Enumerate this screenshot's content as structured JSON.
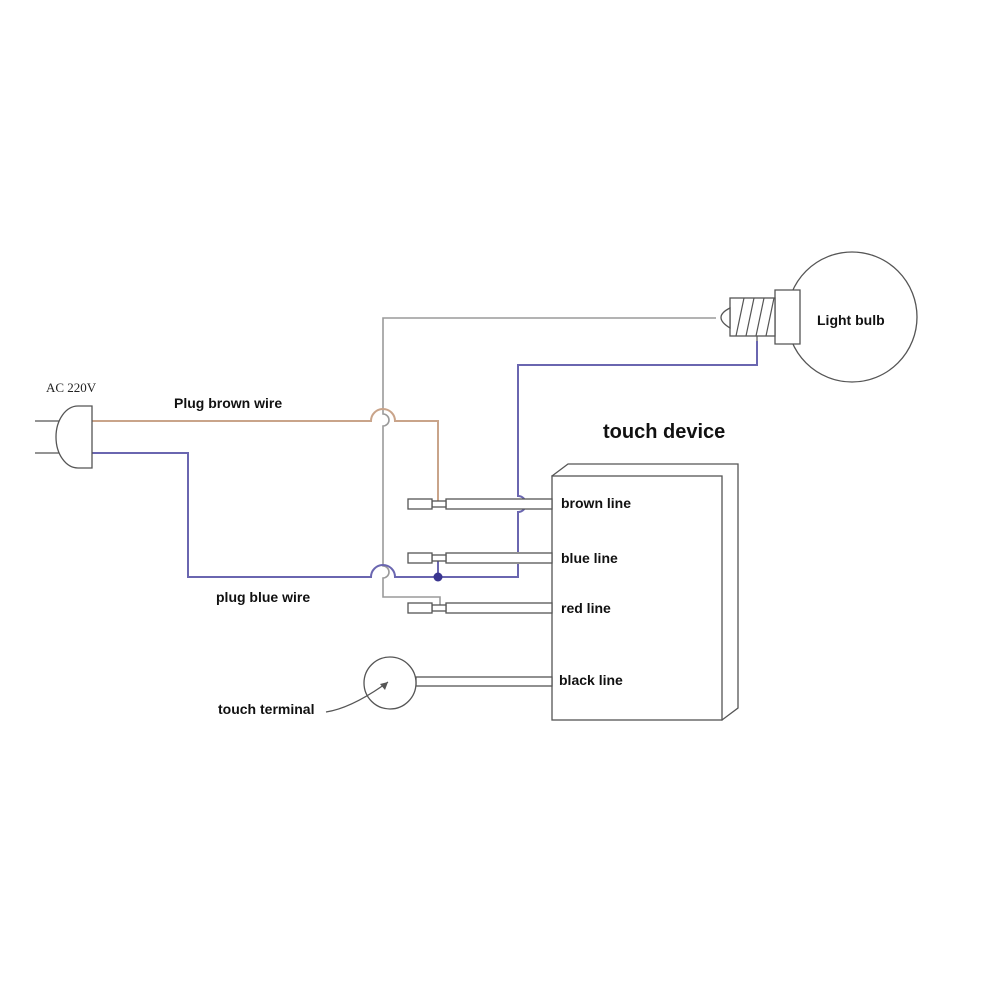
{
  "labels": {
    "power_source": "AC 220V",
    "plug_brown_wire": "Plug brown wire",
    "plug_blue_wire": "plug blue wire",
    "light_bulb": "Light bulb",
    "touch_device": "touch device",
    "brown_line": "brown line",
    "blue_line": "blue line",
    "red_line": "red line",
    "black_line": "black line",
    "touch_terminal": "touch terminal"
  },
  "colors": {
    "brown_wire": "#c9a48a",
    "blue_wire": "#6a66b0",
    "grey_wire": "#9a9a9a",
    "outline": "#555555",
    "junction": "#3a3590"
  },
  "icons": {
    "plug": "plug-icon",
    "bulb": "light-bulb-icon",
    "terminal": "touch-terminal-icon"
  }
}
